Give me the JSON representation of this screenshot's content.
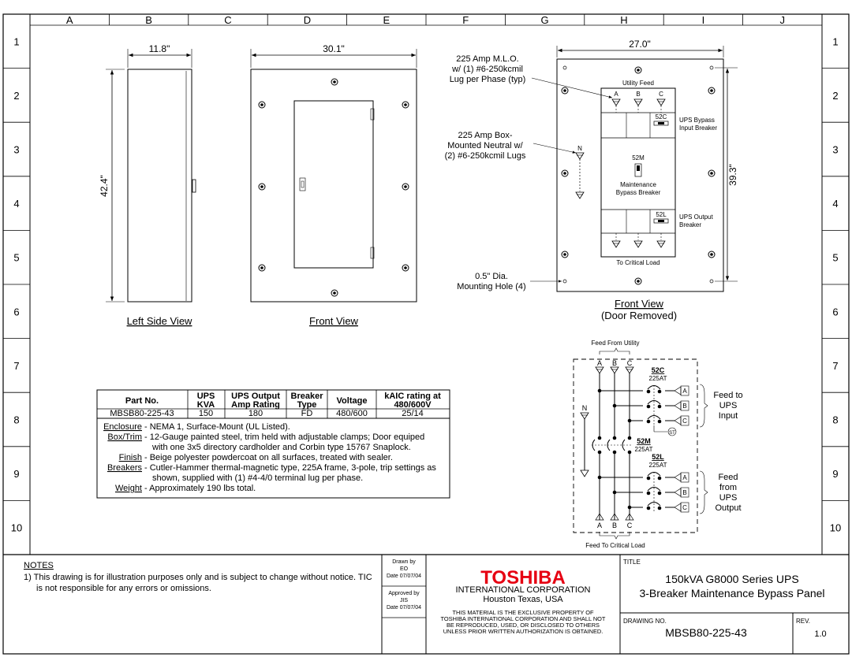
{
  "grid": {
    "columns": [
      "A",
      "B",
      "C",
      "D",
      "E",
      "F",
      "G",
      "H",
      "I",
      "J"
    ],
    "rows": [
      "1",
      "2",
      "3",
      "4",
      "5",
      "6",
      "7",
      "8",
      "9",
      "10"
    ]
  },
  "views": {
    "left_side": {
      "title": "Left Side View",
      "width": "11.8\"",
      "height": "42.4\""
    },
    "front": {
      "title": "Front View",
      "width": "30.1\""
    },
    "front_removed": {
      "title1": "Front View",
      "title2": "(Door Removed)",
      "width": "27.0\"",
      "height": "39.3\"",
      "utility_feed": "Utility Feed",
      "to_critical_load": "To Critical Load",
      "phase_a": "A",
      "phase_b": "B",
      "phase_c": "C",
      "neutral": "N",
      "b52c": "52C",
      "b52m": "52M",
      "b52l": "52L",
      "maint1": "Maintenance",
      "maint2": "Bypass Breaker",
      "bypass1": "UPS Bypass",
      "bypass2": "Input Breaker",
      "output1": "UPS Output",
      "output2": "Breaker"
    }
  },
  "callouts": {
    "mlo": [
      "225 Amp M.L.O.",
      "w/ (1) #6-250kcmil",
      "Lug per Phase (typ)"
    ],
    "neutral": [
      "225 Amp Box-",
      "Mounted Neutral w/",
      "(2) #6-250kcmil Lugs"
    ],
    "hole": [
      "0.5\" Dia.",
      "Mounting Hole (4)"
    ]
  },
  "table": {
    "headers": [
      [
        "Part No."
      ],
      [
        "UPS",
        "KVA"
      ],
      [
        "UPS Output",
        "Amp Rating"
      ],
      [
        "Breaker",
        "Type"
      ],
      [
        "Voltage"
      ],
      [
        "kAIC rating at",
        "480/600V"
      ]
    ],
    "row": [
      "MBSB80-225-43",
      "150",
      "180",
      "FD",
      "480/600",
      "25/14"
    ]
  },
  "specs": [
    {
      "label": "Enclosure",
      "lines": [
        "- NEMA 1, Surface-Mount (UL Listed)."
      ]
    },
    {
      "label": "Box/Trim",
      "lines": [
        "- 12-Gauge painted steel, trim held with adjustable clamps; Door equiped",
        "with one 3x5 directory cardholder and Corbin type 15767 Snaplock."
      ]
    },
    {
      "label": "Finish",
      "lines": [
        "- Beige polyester powdercoat on all surfaces, treated with sealer."
      ]
    },
    {
      "label": "Breakers",
      "lines": [
        "- Cutler-Hammer thermal-magnetic type, 225A frame, 3-pole, trip settings as",
        "shown, supplied with (1) #4-4/0 terminal lug per phase."
      ]
    },
    {
      "label": "Weight",
      "lines": [
        "- Approximately 190 lbs total."
      ]
    }
  ],
  "schematic": {
    "feed_from_utility": "Feed From Utility",
    "feed_to_critical": "Feed To Critical Load",
    "b52c": "52C",
    "b52c_rating": "225AT",
    "b52m": "52M",
    "b52m_rating": "225AT",
    "b52l": "52L",
    "b52l_rating": "225AT",
    "st": "ST",
    "feed_to_ups": [
      "Feed to",
      "UPS",
      "Input"
    ],
    "feed_from_ups": [
      "Feed",
      "from",
      "UPS",
      "Output"
    ],
    "phases": [
      "A",
      "B",
      "C"
    ],
    "neutral": "N"
  },
  "title_block": {
    "notes_title": "NOTES",
    "notes": [
      "1) This drawing is for illustration purposes only and is subject to change without notice. TIC",
      "is not responsible for any errors or omissions."
    ],
    "drawn_by_label": "Drawn by",
    "drawn_by": "EO",
    "drawn_date": "Date 07/07/04",
    "approved_by_label": "Approved by",
    "approved_by": "JIS",
    "approved_date": "Date 07/07/04",
    "company_logo": "TOSHIBA",
    "company_name": "INTERNATIONAL CORPORATION",
    "company_location": "Houston Texas, USA",
    "disclaimer": [
      "THIS  MATERIAL IS THE EXCLUSIVE PROPERTY OF",
      "TOSHIBA INTERNATIONAL CORPORATION AND SHALL NOT",
      "BE REPRODUCED, USED, OR DISCLOSED TO OTHERS",
      "UNLESS PRIOR WRITTEN AUTHORIZATION IS OBTAINED."
    ],
    "title_label": "TITLE",
    "title1": "150kVA G8000 Series UPS",
    "title2": "3-Breaker Maintenance Bypass Panel",
    "drawing_no_label": "DRAWING NO.",
    "drawing_no": "MBSB80-225-43",
    "rev_label": "REV.",
    "rev": "1.0"
  },
  "colors": {
    "line": "#000000",
    "paper": "#ffffff",
    "logo": "#e60012"
  }
}
